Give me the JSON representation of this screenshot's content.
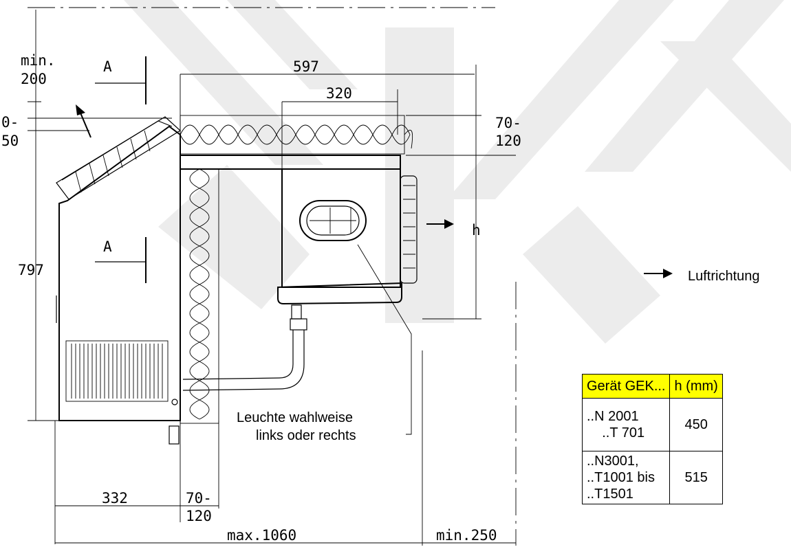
{
  "dimensions": {
    "min_top_label": "min.",
    "min_top_value": "200",
    "gap_top": "0-",
    "gap_bottom": "50",
    "width_597": "597",
    "width_320": "320",
    "insul_top_a": "70-",
    "insul_top_b": "120",
    "height_797": "797",
    "h_label": "h",
    "width_332": "332",
    "insul_side_a": "70-",
    "insul_side_b": "120",
    "max_width": "max.1060",
    "min_side": "min.250"
  },
  "section_labels": {
    "a_top": "A",
    "a_mid": "A"
  },
  "notes": {
    "air_direction": "Luftrichtung",
    "lamp_line1": "Leuchte wahlweise",
    "lamp_line2": "links oder rechts"
  },
  "table": {
    "header_device": "Gerät GEK...",
    "header_h": "h (mm)",
    "rows": [
      {
        "model": "..N 2001\n    ..T 701",
        "h": "450"
      },
      {
        "model": "..N3001,\n..T1001 bis\n..T1501",
        "h": "515"
      }
    ]
  }
}
